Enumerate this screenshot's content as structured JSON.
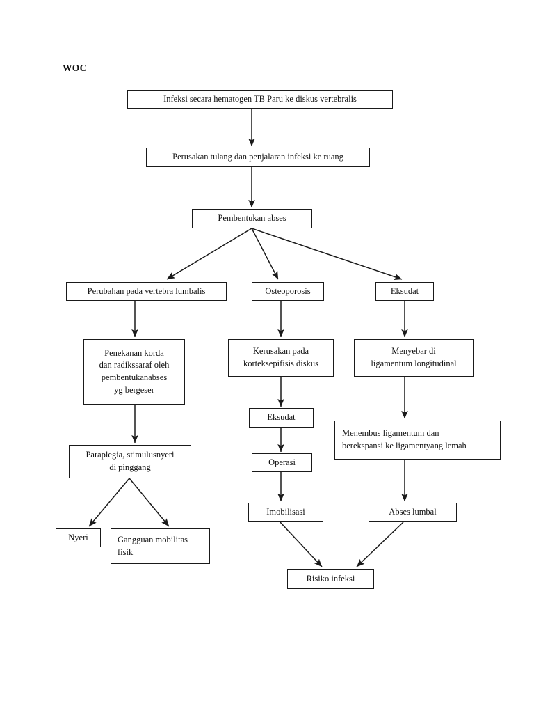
{
  "page": {
    "title_label": "WOC",
    "background": "#ffffff",
    "line_color": "#1a1a1a",
    "text_color": "#111111"
  },
  "diagram": {
    "type": "flowchart",
    "orientation": "top-to-bottom",
    "nodes": [
      {
        "id": "n1",
        "lines": [
          "Infeksi secara hematogen TB Paru ke diskus vertebralis"
        ],
        "align": "center"
      },
      {
        "id": "n2",
        "lines": [
          "Perusakan tulang dan penjalaran infeksi ke ruang"
        ],
        "align": "center"
      },
      {
        "id": "n3",
        "lines": [
          "Pembentukan abses"
        ],
        "align": "center"
      },
      {
        "id": "n4",
        "lines": [
          "Perubahan pada vertebra lumbalis"
        ],
        "align": "center"
      },
      {
        "id": "n5",
        "lines": [
          "Osteoporosis"
        ],
        "align": "center"
      },
      {
        "id": "n6",
        "lines": [
          "Eksudat"
        ],
        "align": "center"
      },
      {
        "id": "n7",
        "lines": [
          "Penekanan korda",
          "dan radikssaraf oleh",
          "pembentukanabses",
          "yg bergeser"
        ],
        "align": "center"
      },
      {
        "id": "n8",
        "lines": [
          "Kerusakan pada",
          "korteksepifisis diskus"
        ],
        "align": "center"
      },
      {
        "id": "n9",
        "lines": [
          "Menyebar di",
          "ligamentum longitudinal"
        ],
        "align": "center"
      },
      {
        "id": "n10",
        "lines": [
          "Eksudat"
        ],
        "align": "center"
      },
      {
        "id": "n11",
        "lines": [
          "Menembus ligamentum dan",
          "berekspansi ke ligamentyang lemah"
        ],
        "align": "left"
      },
      {
        "id": "n12",
        "lines": [
          "Paraplegia, stimulusnyeri",
          "di pinggang"
        ],
        "align": "center"
      },
      {
        "id": "n13",
        "lines": [
          "Operasi"
        ],
        "align": "center"
      },
      {
        "id": "n14",
        "lines": [
          "Imobilisasi"
        ],
        "align": "center"
      },
      {
        "id": "n15",
        "lines": [
          "Abses lumbal"
        ],
        "align": "center"
      },
      {
        "id": "n16",
        "lines": [
          "Nyeri"
        ],
        "align": "center"
      },
      {
        "id": "n17",
        "lines": [
          "Gangguan mobilitas",
          "fisik"
        ],
        "align": "left"
      },
      {
        "id": "n18",
        "lines": [
          "Risiko infeksi"
        ],
        "align": "center"
      }
    ],
    "edges": [
      {
        "from": "n1",
        "to": "n2"
      },
      {
        "from": "n2",
        "to": "n3"
      },
      {
        "from": "n3",
        "to": "n4"
      },
      {
        "from": "n3",
        "to": "n5"
      },
      {
        "from": "n3",
        "to": "n6"
      },
      {
        "from": "n4",
        "to": "n7"
      },
      {
        "from": "n5",
        "to": "n8"
      },
      {
        "from": "n6",
        "to": "n9"
      },
      {
        "from": "n7",
        "to": "n12"
      },
      {
        "from": "n8",
        "to": "n10"
      },
      {
        "from": "n9",
        "to": "n11"
      },
      {
        "from": "n10",
        "to": "n13"
      },
      {
        "from": "n11",
        "to": "n15"
      },
      {
        "from": "n12",
        "to": "n16"
      },
      {
        "from": "n12",
        "to": "n17"
      },
      {
        "from": "n13",
        "to": "n14"
      },
      {
        "from": "n14",
        "to": "n18"
      },
      {
        "from": "n15",
        "to": "n18"
      }
    ]
  }
}
